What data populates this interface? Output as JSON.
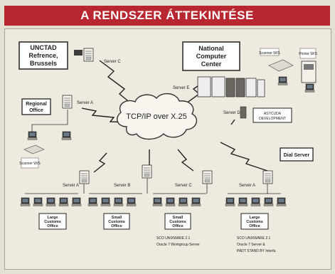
{
  "title": "A RENDSZER ÁTTEKINTÉSE",
  "nodes": {
    "unctad": "UNCTAD Refrence, Brussels",
    "ncc": "National Computer Center",
    "regional": "Regional Office",
    "dial": "Dial Server",
    "asycuda": "ASYCUDA DEVELOPMENT",
    "cloud": "TCP/IP over X.25"
  },
  "servers": {
    "server_c_top": "Server C",
    "server_e": "Server E",
    "server_a_regional": "Server A",
    "server_d": "Server D",
    "server_a1": "Server A",
    "server_b": "Server B",
    "server_c": "Server C",
    "server_a2": "Server A"
  },
  "offices": {
    "o1": "Large Customs Office",
    "o2": "Small Customs Office",
    "o3": "Small Customs Office",
    "o4": "Large Customs Office"
  },
  "scanner": {
    "top": "Scanner W/S",
    "other": "Printer W/S",
    "left": "Scanner W/S"
  },
  "notes": {
    "n1": "SCO UNIXWARE 2.1",
    "n2": "Oracle 7 Workgroup Server",
    "n3": "SCO UNIXWARE 2.1",
    "n4": "Oracle 7 Server &",
    "n5": "PADT STAND BY Interfa"
  }
}
